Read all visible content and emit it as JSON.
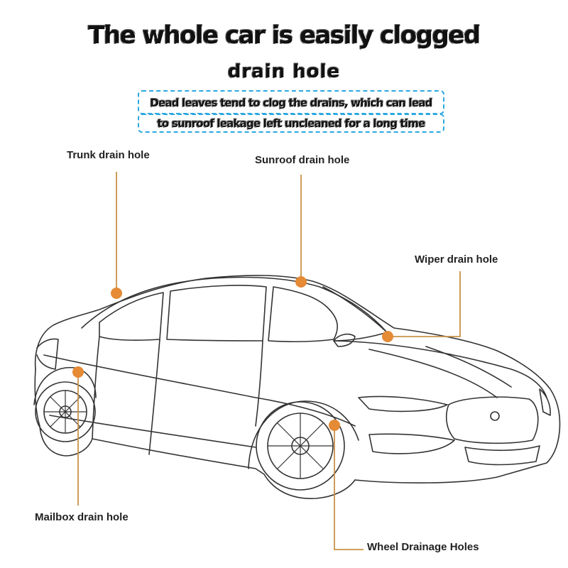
{
  "title": {
    "main": "The whole car is easily clogged",
    "sub": "drain hole"
  },
  "note": {
    "line1": "Dead leaves tend to clog the drains, which can lead",
    "line2": "to sunroof leakage left uncleaned for a long time"
  },
  "callouts": {
    "trunk": "Trunk drain hole",
    "sunroof": "Sunroof drain hole",
    "wiper": "Wiper drain hole",
    "mailbox": "Mailbox drain hole",
    "wheel": "Wheel Drainage Holes"
  },
  "colors": {
    "leader_line": "#c8924a",
    "marker_dot": "#e58a35",
    "note_border": "#2ca8e0",
    "car_outline": "#333333"
  }
}
